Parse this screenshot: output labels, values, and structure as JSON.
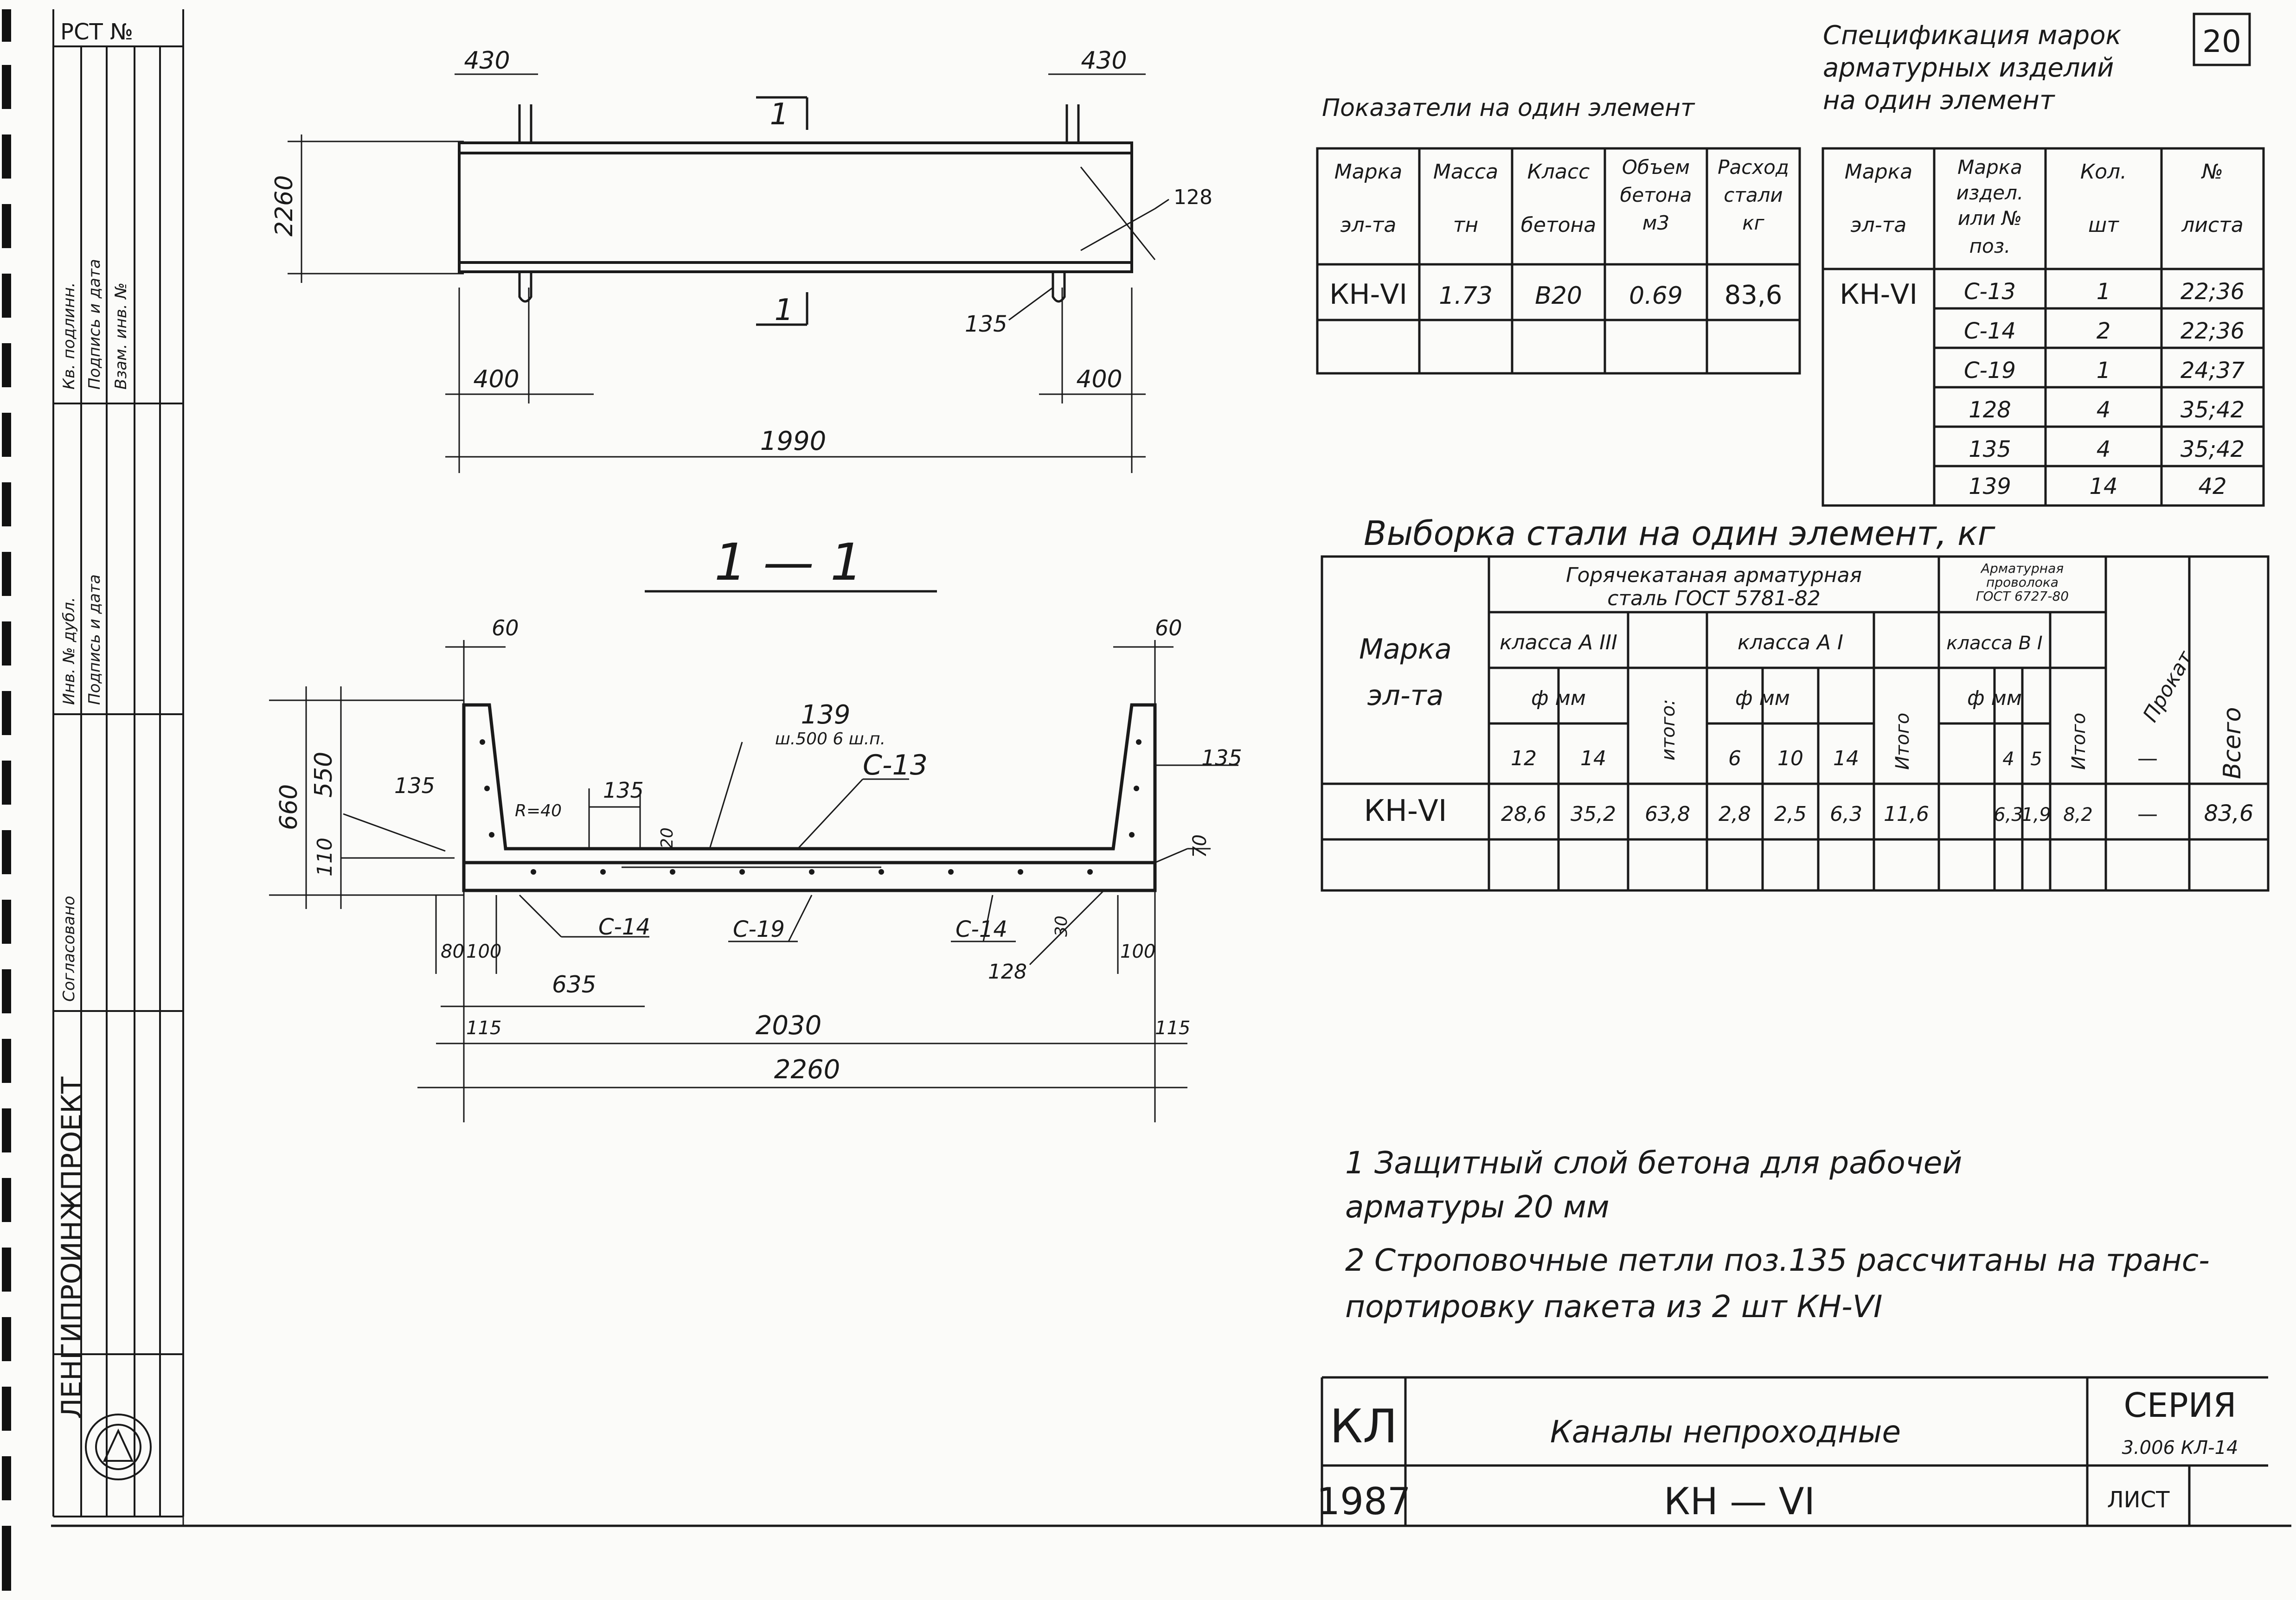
{
  "sheet_number": "20",
  "left_stamp": {
    "inv_label": "РСТ №",
    "rotated_texts": [
      "Кв. подлинн.",
      "Подпись и дата",
      "Взам. инв. №",
      "Инв. № дубл.",
      "Подпись и дата",
      "Согласовано",
      "ЛЕНГИПРОИНЖПРОЕКТ"
    ]
  },
  "plan_view": {
    "dim_top_left": "430",
    "dim_top_right": "430",
    "dim_height": "2260",
    "dim_bottom_left": "400",
    "dim_bottom_right": "400",
    "dim_length": "1990",
    "section_mark": "1",
    "pos_128": "128",
    "pos_135": "135"
  },
  "section_title": "1 — 1",
  "section_view": {
    "dim_60_left": "60",
    "dim_60_right": "60",
    "dim_660": "660",
    "dim_550": "550",
    "dim_110": "110",
    "dim_135_left": "135",
    "dim_135_right": "135",
    "dim_135_mid": "135",
    "r40": "R=40",
    "pos_139": "139",
    "pos_139_note": "ш.500 6 ш.п.",
    "c13": "С-13",
    "c14_left": "С-14",
    "c19": "С-19",
    "c14_right": "С-14",
    "pos_128": "128",
    "dim_20": "20",
    "dim_30": "30",
    "dim_70": "70",
    "dim_80": "80",
    "dim_100_left": "100",
    "dim_100_right": "100",
    "dim_635": "635",
    "dim_115_left": "115",
    "dim_2030": "2030",
    "dim_115_right": "115",
    "dim_2260": "2260"
  },
  "indicators": {
    "title": "Показатели на один элемент",
    "headers": [
      [
        "Марка",
        "эл-та"
      ],
      [
        "Масса",
        "тн"
      ],
      [
        "Класс",
        "бетона"
      ],
      [
        "Объем",
        "бетона",
        "м3"
      ],
      [
        "Расход",
        "стали",
        "кг"
      ]
    ],
    "rows": [
      [
        "КН-VI",
        "1.73",
        "В20",
        "0.69",
        "83,6"
      ],
      [
        "",
        "",
        "",
        "",
        ""
      ]
    ]
  },
  "spec": {
    "title_lines": [
      "Спецификация марок",
      "арматурных изделий",
      "на один элемент"
    ],
    "headers": [
      [
        "Марка",
        "эл-та"
      ],
      [
        "Марка",
        "издел.",
        "или №",
        "поз."
      ],
      [
        "Кол.",
        "шт"
      ],
      [
        "№",
        "листа"
      ]
    ],
    "mark": "КН-VI",
    "rows": [
      [
        "С-13",
        "1",
        "22;36"
      ],
      [
        "С-14",
        "2",
        "22;36"
      ],
      [
        "С-19",
        "1",
        "24;37"
      ],
      [
        "128",
        "4",
        "35;42"
      ],
      [
        "135",
        "4",
        "35;42"
      ],
      [
        "139",
        "14",
        "42"
      ]
    ]
  },
  "steel": {
    "title": "Выборка стали на один элемент, кг",
    "head_mark": [
      "Марка",
      "эл-та"
    ],
    "group1": [
      "Горячекатаная арматурная",
      "сталь  ГОСТ 5781-82"
    ],
    "group2": [
      "Арматурная",
      "проволока",
      "ГОСТ 6727-80"
    ],
    "class_a3": "класса А III",
    "class_a1": "класса А I",
    "class_b1": "класса В I",
    "dia": "ф мм",
    "itogo": "Итого",
    "itogo_a3": "итого:",
    "prokat": "Прокат",
    "vsego": "Всего",
    "diameters_a3": [
      "12",
      "14"
    ],
    "diameters_a1": [
      "6",
      "10",
      "14"
    ],
    "diameters_b1": [
      "4",
      "5"
    ],
    "dash": "—",
    "row": [
      "КН-VI",
      "28,6",
      "35,2",
      "63,8",
      "2,8",
      "2,5",
      "6,3",
      "11,6",
      "",
      "6,3",
      "1,9",
      "8,2",
      "—",
      "83,6"
    ]
  },
  "notes": [
    "1  Защитный слой бетона для рабочей",
    "    арматуры  20 мм",
    "2  Строповочные петли поз.135 рассчитаны на транс-",
    "    портировку пакета из 2 шт КН-VI"
  ],
  "title_block": {
    "code": "КЛ",
    "year": "1987",
    "name": "Каналы непроходные",
    "mark": "КН — VI",
    "series_label": "СЕРИЯ",
    "series_value": "3.006  КЛ-14",
    "sheet_label": "ЛИСТ"
  }
}
